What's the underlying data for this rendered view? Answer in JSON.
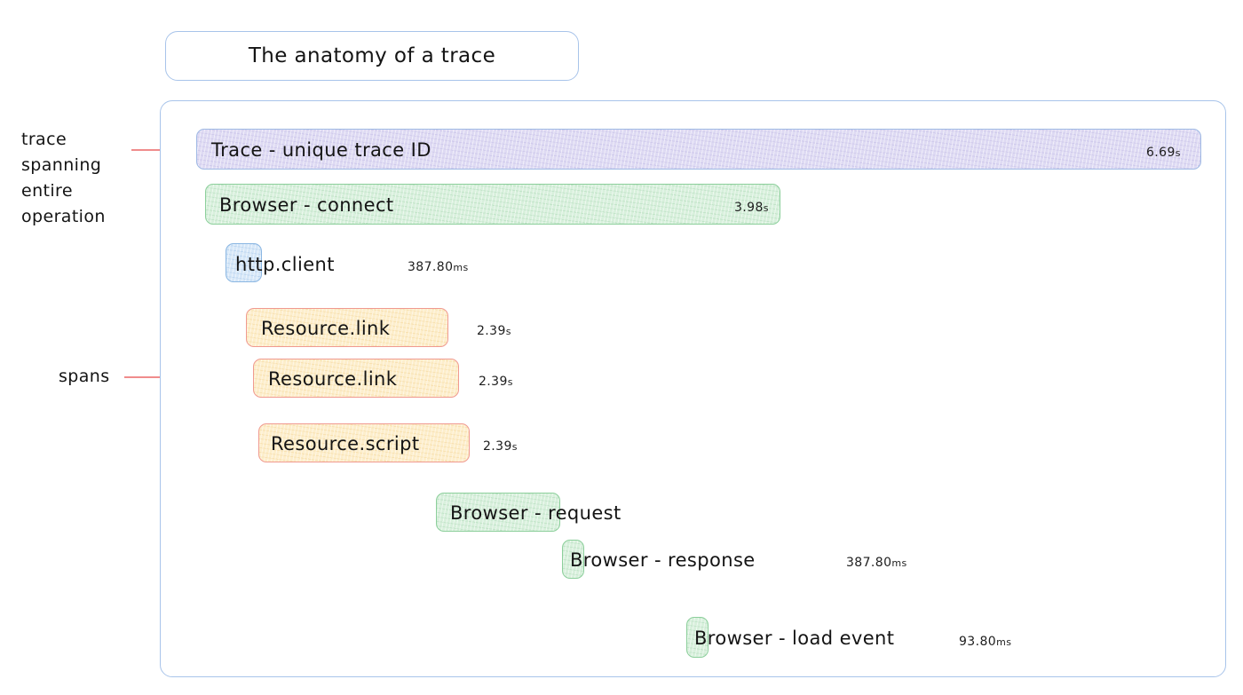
{
  "title": {
    "text": "The anatomy of a trace"
  },
  "annotations": [
    {
      "id": "trace",
      "text": "trace\nspanning\nentire\noperation"
    },
    {
      "id": "spans",
      "text": "spans"
    }
  ],
  "colors": {
    "container_border": "#a8c4ea",
    "leader_line": "#f47c7c",
    "trace_fill": "#dedaf3",
    "browser_fill": "#d8f0dc",
    "http_fill": "#d6e7f8",
    "resource_fill": "#fdeecb",
    "resource_border": "#f09a90"
  },
  "spans": [
    {
      "name": "Trace - unique trace ID",
      "duration": "6.69",
      "unit": "s",
      "kind": "trace",
      "label_inside": true,
      "duration_inside": true
    },
    {
      "name": "Browser - connect",
      "duration": "3.98",
      "unit": "s",
      "kind": "browser",
      "label_inside": true,
      "duration_inside": true
    },
    {
      "name": "http.client",
      "duration": "387.80",
      "unit": "ms",
      "kind": "http",
      "label_inside": false,
      "duration_inside": false
    },
    {
      "name": "Resource.link",
      "duration": "2.39",
      "unit": "s",
      "kind": "resource",
      "label_inside": true,
      "duration_inside": false
    },
    {
      "name": "Resource.link",
      "duration": "2.39",
      "unit": "s",
      "kind": "resource",
      "label_inside": true,
      "duration_inside": false
    },
    {
      "name": "Resource.script",
      "duration": "2.39",
      "unit": "s",
      "kind": "resource",
      "label_inside": true,
      "duration_inside": false
    },
    {
      "name": "Browser - request",
      "duration": "",
      "unit": "",
      "kind": "browser",
      "label_inside": false,
      "duration_inside": false
    },
    {
      "name": "Browser - response",
      "duration": "387.80",
      "unit": "ms",
      "kind": "browser",
      "label_inside": false,
      "duration_inside": false
    },
    {
      "name": "Browser - load event",
      "duration": "93.80",
      "unit": "ms",
      "kind": "browser",
      "label_inside": false,
      "duration_inside": false
    }
  ]
}
